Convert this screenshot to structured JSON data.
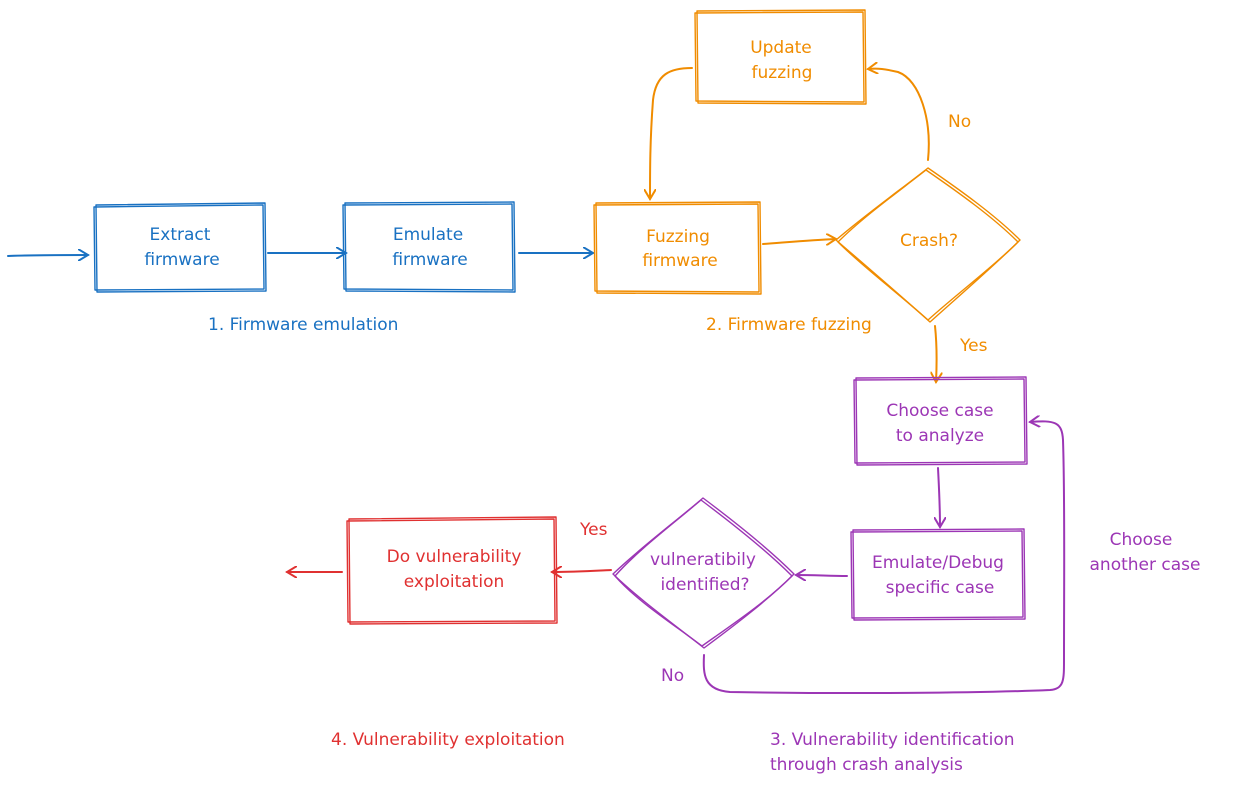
{
  "colors": {
    "emulation": "#1971c2",
    "fuzzing": "#f08c00",
    "identification": "#9c36b5",
    "exploitation": "#e03131"
  },
  "nodes": {
    "extract": [
      "Extract",
      "firmware"
    ],
    "emulate": [
      "Emulate",
      "firmware"
    ],
    "fuzzing": [
      "Fuzzing",
      "firmware"
    ],
    "update": [
      "Update",
      "fuzzing"
    ],
    "crash": [
      "Crash?"
    ],
    "choose": [
      "Choose case",
      "to analyze"
    ],
    "debug": [
      "Emulate/Debug",
      "specific case"
    ],
    "vuln": [
      "vulneratibily",
      "identified?"
    ],
    "exploit": [
      "Do vulnerability",
      "exploitation"
    ]
  },
  "edge_labels": {
    "crash_no": "No",
    "crash_yes": "Yes",
    "vuln_yes": "Yes",
    "vuln_no": "No",
    "choose_another": [
      "Choose",
      "another case"
    ]
  },
  "stages": {
    "s1": [
      "1. Firmware emulation"
    ],
    "s2": [
      "2. Firmware fuzzing"
    ],
    "s3": [
      "3. Vulnerability identification",
      "through crash analysis"
    ],
    "s4": [
      "4. Vulnerability exploitation"
    ]
  }
}
